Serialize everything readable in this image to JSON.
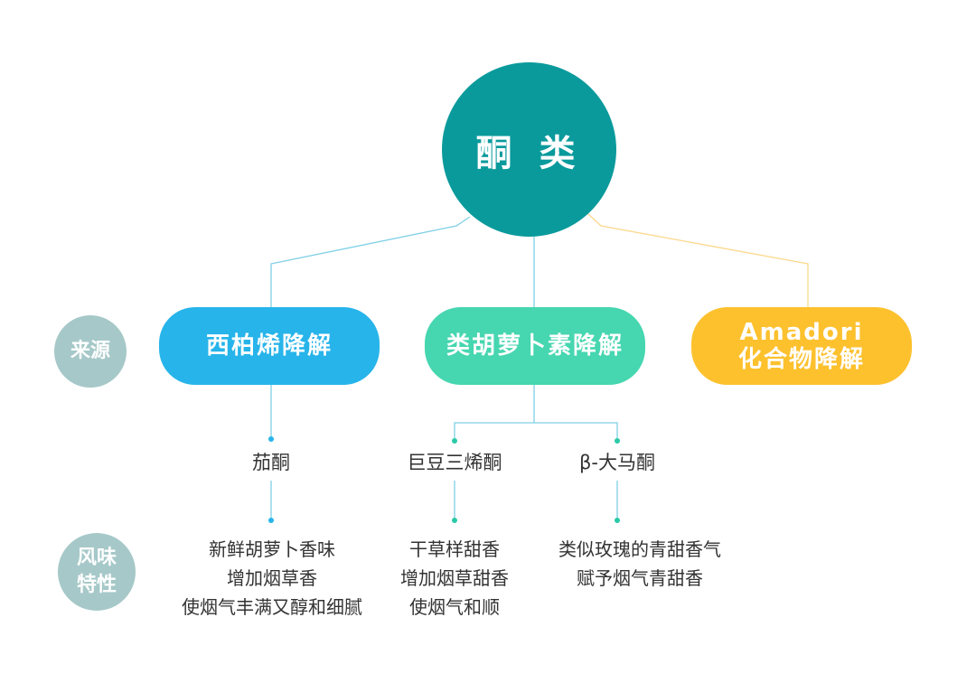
{
  "root": {
    "label": "酮 类"
  },
  "row_labels": {
    "source": "来源",
    "flavor": "风味\n特性"
  },
  "sources": [
    {
      "line1": "西柏烯降解",
      "line2": ""
    },
    {
      "line1": "类胡萝卜素降解",
      "line2": ""
    },
    {
      "line1": "Amadori",
      "line2": "化合物降解"
    }
  ],
  "compounds": [
    "茄酮",
    "巨豆三烯酮",
    "β-大马酮"
  ],
  "flavors": [
    [
      "新鲜胡萝卜香味",
      "增加烟草香",
      "使烟气丰满又醇和细腻"
    ],
    [
      "干草样甜香",
      "增加烟草甜香",
      "使烟气和顺"
    ],
    [
      "类似玫瑰的青甜香气",
      "赋予烟气青甜香"
    ]
  ],
  "colors": {
    "root": "#0a9a9c",
    "side_label": "#a6c8c8",
    "source_blue": "#27b4ea",
    "source_green": "#46d6b0",
    "source_yellow": "#fdc12e",
    "line_blue": "#6cc8e0",
    "line_yellow": "#fbd88a"
  }
}
